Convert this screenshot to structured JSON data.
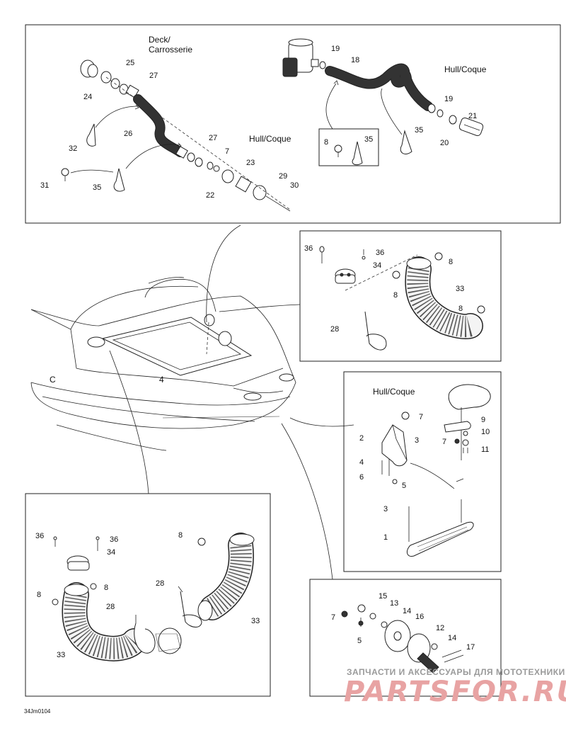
{
  "drawing_code": "34Jm0104",
  "watermark": {
    "line1": "ЗАПЧАСТИ И АКСЕССУАРЫ ДЛЯ МОТОТЕХНИКИ",
    "line2": "PARTSFOR.RU"
  },
  "labels": {
    "deck": "Deck/",
    "deck2": "Carrosserie",
    "hull_top": "Hull/Coque",
    "hull_mid": "Hull/Coque",
    "hull_right": "Hull/Coque"
  },
  "callouts": {
    "c25": "25",
    "c27a": "27",
    "c24": "24",
    "c26": "26",
    "c32": "32",
    "c27b": "27",
    "c7a": "7",
    "c23": "23",
    "c22": "22",
    "c29": "29",
    "c30": "30",
    "c31": "31",
    "c35a": "35",
    "c19a": "19",
    "c18": "18",
    "c19b": "19",
    "c21": "21",
    "c20": "20",
    "c35b": "35",
    "c8a": "8",
    "c35c": "35",
    "c36a": "36",
    "c36b": "36",
    "c34a": "34",
    "c8b": "8",
    "c8c": "8",
    "c33a": "33",
    "c8d": "8",
    "c28a": "28",
    "c7b": "7",
    "c2": "2",
    "c3a": "3",
    "c4": "4",
    "c6": "6",
    "c5a": "5",
    "c9": "9",
    "c10": "10",
    "c7c": "7",
    "c11": "11",
    "c3b": "3",
    "c1": "1",
    "c36c": "36",
    "c36d": "36",
    "c34b": "34",
    "c8e": "8",
    "c8f": "8",
    "c8g": "8",
    "c28b": "28",
    "c28c": "28",
    "c33b": "33",
    "c33c": "33",
    "c15": "15",
    "c13": "13",
    "c7d": "7",
    "c14a": "14",
    "c16": "16",
    "c5b": "5",
    "c12": "12",
    "c14b": "14",
    "c17": "17"
  }
}
